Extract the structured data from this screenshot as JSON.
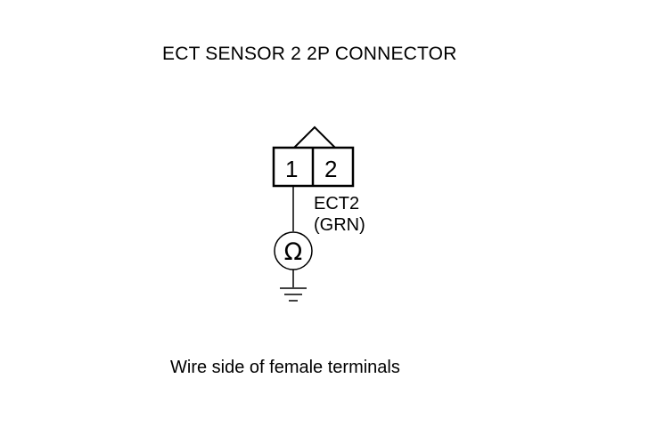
{
  "title": "ECT SENSOR 2 2P CONNECTOR",
  "connector": {
    "pins": [
      {
        "number": "1"
      },
      {
        "number": "2"
      }
    ]
  },
  "wire": {
    "signal": "ECT2",
    "color": "(GRN)"
  },
  "meter": {
    "symbol": "Ω",
    "icon": "ohmmeter-icon"
  },
  "ground": {
    "icon": "ground-icon"
  },
  "caption": "Wire side of female terminals",
  "colors": {
    "line": "#000000",
    "background": "#ffffff"
  }
}
